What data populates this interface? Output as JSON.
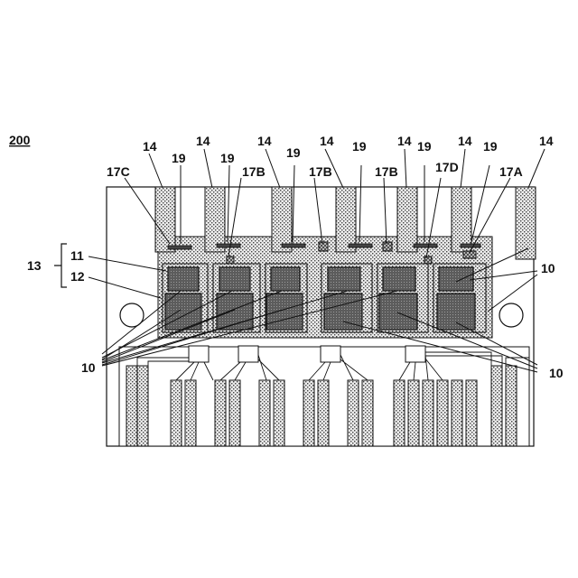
{
  "figure": {
    "number": "200"
  },
  "labels": {
    "terminal": "14",
    "wire": "19",
    "module": "13",
    "upper_substrate": "11",
    "lower_substrate": "12",
    "chip": "10",
    "bond_C": "17C",
    "bond_B": "17B",
    "bond_D": "17D",
    "bond_A": "17A"
  },
  "colors": {
    "stroke": "#111111",
    "chip_fill": "#6f6f6f",
    "pattern_fill": "#c8c8c8",
    "background": "#ffffff"
  }
}
